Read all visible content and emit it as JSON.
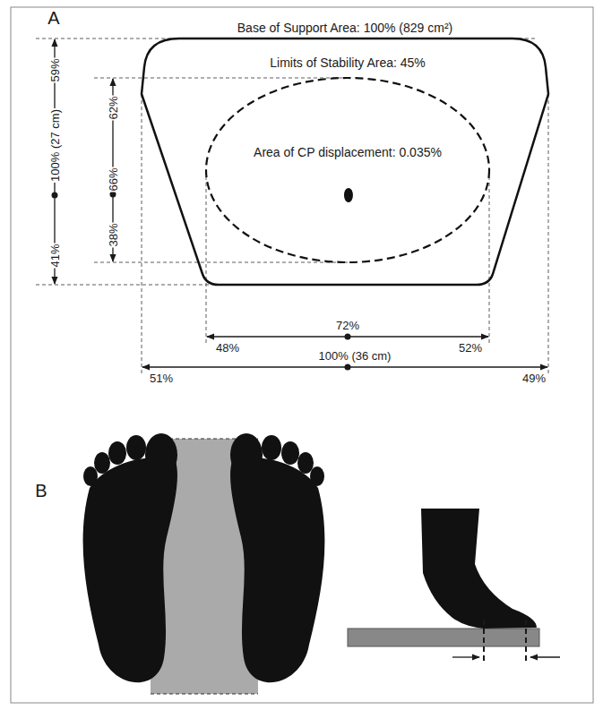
{
  "diagram": {
    "nodes": [
      {
        "text": [
          "Base of Support Area: 100% (829 cm²)"
        ]
      },
      {
        "text": [
          "Limits of Stability Area: 45%"
        ],
        "in": 0
      },
      {
        "text": [
          "Area of CP displacement: 0.035%"
        ],
        "in": 1
      }
    ],
    "labels": [
      "A",
      "B",
      "59%",
      "100% (27 cm)",
      "41%",
      "62%",
      "66%",
      "38%",
      "72%",
      "48%",
      "52%",
      "100% (36 cm)",
      "51%",
      "49%"
    ]
  }
}
